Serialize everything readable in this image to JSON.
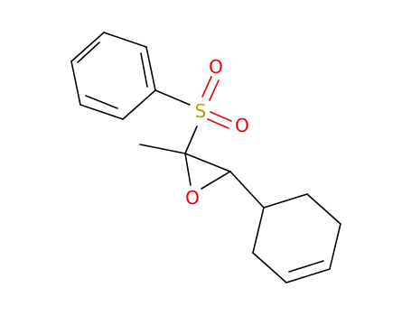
{
  "molecule": {
    "atoms": {
      "sulfur": {
        "symbol": "S"
      },
      "sulfonyl_oxygen_top": {
        "symbol": "O"
      },
      "sulfonyl_oxygen_right": {
        "symbol": "O"
      },
      "epoxide_oxygen": {
        "symbol": "O"
      }
    }
  },
  "colors": {
    "bond": "#000000",
    "oxygen": "#e8000b",
    "sulfur": "#b5a000",
    "background": "#ffffff"
  }
}
